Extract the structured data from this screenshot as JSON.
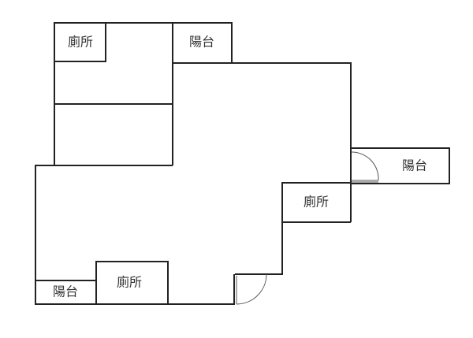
{
  "floor_plan": {
    "rooms": [
      {
        "id": "toilet-top-left",
        "label": "廁所"
      },
      {
        "id": "balcony-top",
        "label": "陽台"
      },
      {
        "id": "balcony-right",
        "label": "陽台"
      },
      {
        "id": "toilet-right",
        "label": "廁所"
      },
      {
        "id": "toilet-bottom",
        "label": "廁所"
      },
      {
        "id": "balcony-bottom-left",
        "label": "陽台"
      }
    ]
  }
}
